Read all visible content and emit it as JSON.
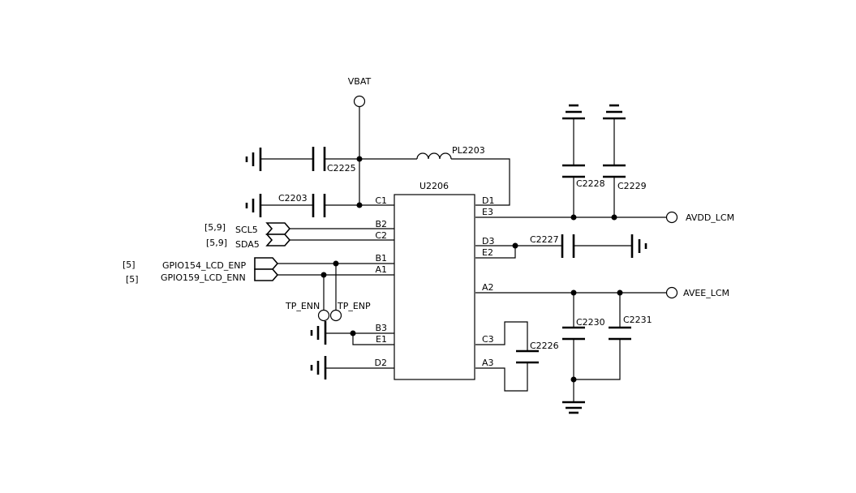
{
  "power": {
    "vbat": "VBAT"
  },
  "ic": {
    "ref": "U2206",
    "pins": {
      "c1": "C1",
      "b2": "B2",
      "c2": "C2",
      "b1": "B1",
      "a1": "A1",
      "b3": "B3",
      "e1": "E1",
      "d2": "D2",
      "d1": "D1",
      "e3": "E3",
      "d3": "D3",
      "e2": "E2",
      "a2": "A2",
      "c3": "C3",
      "a3": "A3"
    }
  },
  "inductor": {
    "ref": "PL2203"
  },
  "capacitors": {
    "c2225": "C2225",
    "c2203": "C2203",
    "c2228": "C2228",
    "c2229": "C2229",
    "c2227": "C2227",
    "c2230": "C2230",
    "c2231": "C2231",
    "c2226": "C2226"
  },
  "nets": {
    "scl": {
      "name": "SCL5",
      "ref": "[5,9]"
    },
    "sda": {
      "name": "SDA5",
      "ref": "[5,9]"
    },
    "enp": {
      "name": "GPIO154_LCD_ENP",
      "ref": "[5]"
    },
    "enn": {
      "name": "GPIO159_LCD_ENN",
      "ref": "[5]"
    },
    "tp_enn": "TP_ENN",
    "tp_enp": "TP_ENP",
    "avdd": "AVDD_LCM",
    "avee": "AVEE_LCM"
  }
}
